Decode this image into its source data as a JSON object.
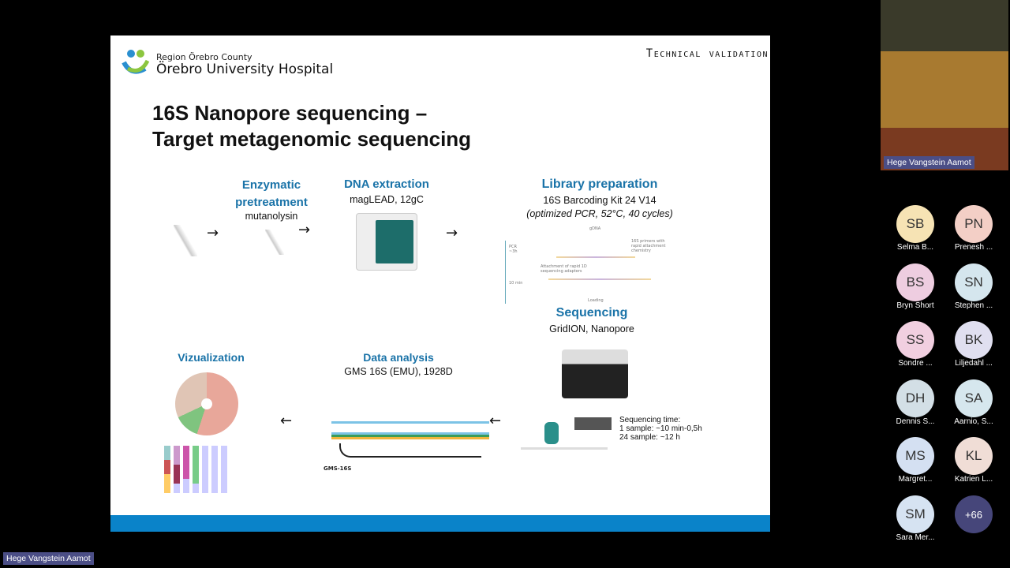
{
  "slide": {
    "section": "Technical validation",
    "logo_line1": "Region Örebro County",
    "logo_line2": "Örebro University Hospital",
    "title_line1": "16S Nanopore sequencing –",
    "title_line2": "Target metagenomic sequencing",
    "enzymatic_heading": "Enzymatic pretreatment",
    "enzymatic_text": "mutanolysin",
    "dna_heading": "DNA extraction",
    "dna_text": "magLEAD, 12gC",
    "library_heading": "Library preparation",
    "library_text1": "16S Barcoding Kit 24 V14",
    "library_text2": "(optimized PCR, 52°C, 40 cycles)",
    "diagram": {
      "gdna": "gDNA",
      "pcr": "PCR ~3h",
      "primers": "16S primers with rapid attachment chemistry",
      "attach": "Attachment of rapid 1D sequencing adapters",
      "min": "10 min",
      "loading": "Loading"
    },
    "sequencing_heading": "Sequencing",
    "sequencing_text": "GridION, Nanopore",
    "seq_time_label": "Sequencing time:",
    "seq_time_1": "1 sample: ~10 min-0,5h",
    "seq_time_24": "24 sample: ~12 h",
    "analysis_heading": "Data analysis",
    "analysis_text": "GMS 16S (EMU), 1928D",
    "pipeline_label": "GMS-16S",
    "viz_heading": "Vizualization"
  },
  "presenter": {
    "name": "Hege Vangstein Aamot"
  },
  "participants": [
    {
      "initials": "SB",
      "name": "Selma B...",
      "color": "#f6e3b4"
    },
    {
      "initials": "PN",
      "name": "Prenesh ...",
      "color": "#f3cfc6"
    },
    {
      "initials": "BS",
      "name": "Bryn Short",
      "color": "#eecde0"
    },
    {
      "initials": "SN",
      "name": "Stephen ...",
      "color": "#d5e6ee"
    },
    {
      "initials": "SS",
      "name": "Sondre ...",
      "color": "#f1cfe0"
    },
    {
      "initials": "BK",
      "name": "Liljedahl ...",
      "color": "#e0dff0"
    },
    {
      "initials": "DH",
      "name": "Dennis S...",
      "color": "#d3dfe6"
    },
    {
      "initials": "SA",
      "name": "Aarnio, S...",
      "color": "#d6e7ee"
    },
    {
      "initials": "MS",
      "name": "Margret...",
      "color": "#d4e0f2"
    },
    {
      "initials": "KL",
      "name": "Katrien L...",
      "color": "#f0ddd6"
    },
    {
      "initials": "SM",
      "name": "Sara Mer...",
      "color": "#d6e3f2"
    }
  ],
  "overflow": "+66"
}
